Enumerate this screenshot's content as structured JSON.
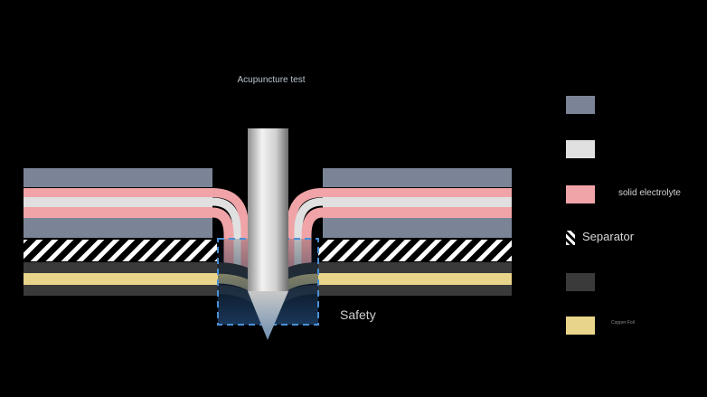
{
  "title": "Acupuncture test",
  "safety_label": "Safety",
  "safety_sublabel": "",
  "legend": [
    {
      "label": "",
      "color": "#7b8496",
      "icon": "swatch"
    },
    {
      "label": "",
      "color": "#e0e0e0",
      "icon": "swatch"
    },
    {
      "label": "solid electrolyte",
      "color": "#f0a4a7",
      "icon": "swatch"
    },
    {
      "label": "Separator",
      "color": "#ffffff",
      "icon": "hatch-swatch"
    },
    {
      "label": "",
      "color": "#3a3a3a",
      "icon": "swatch"
    },
    {
      "label": "Copper Foil",
      "color": "#e8d48a",
      "icon": "swatch"
    }
  ],
  "colors": {
    "background": "#000000",
    "top_layer": "#7b8496",
    "white_layer": "#e0e0e0",
    "electrolyte": "#f0a4a7",
    "separator_hatch": "#ffffff",
    "dark_layer": "#3a3a3a",
    "copper_foil": "#e8d48a",
    "safety_box": "#4a8fd6",
    "needle": "#d0d0d0"
  }
}
